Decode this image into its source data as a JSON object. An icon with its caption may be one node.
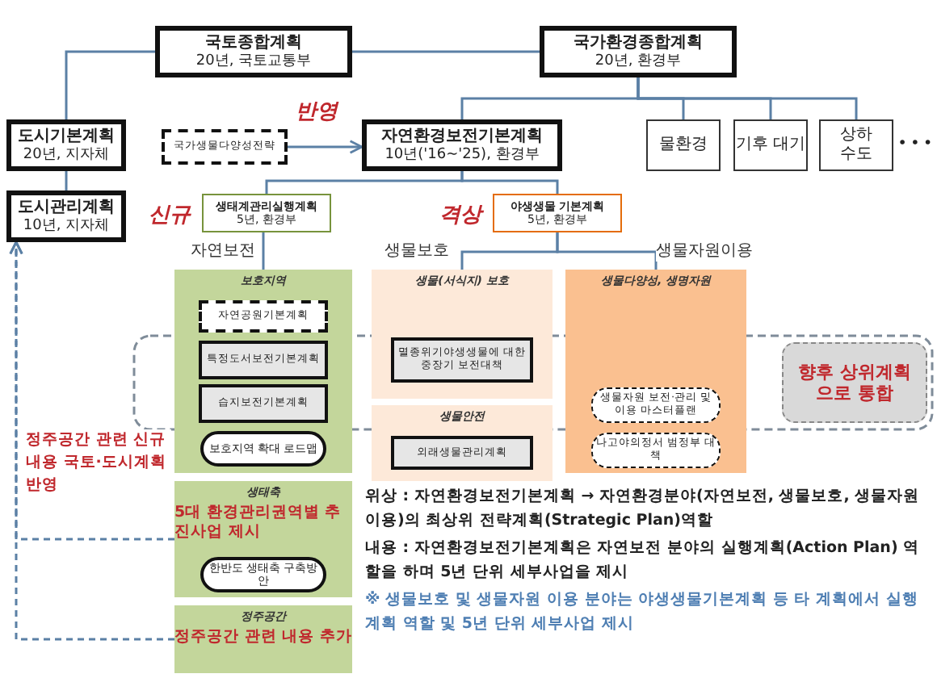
{
  "diagram": {
    "nodes": [
      {
        "text": [
          "국토종합계획",
          "20년, 국토교통부"
        ]
      },
      {
        "text": [
          "국가환경종합계획",
          "20년, 환경부"
        ]
      },
      {
        "text": [
          "도시기본계획",
          "20년, 지자체"
        ]
      },
      {
        "text": [
          "도시관리계획",
          "10년, 지자체"
        ]
      },
      {
        "text": [
          "국가생물다양성전략"
        ]
      },
      {
        "text": [
          "자연환경보전기본계획",
          "10년('16~'25), 환경부"
        ]
      },
      {
        "text": [
          "물환경"
        ]
      },
      {
        "text": [
          "기후 대기"
        ]
      },
      {
        "text": [
          "상하수도"
        ]
      },
      {
        "text": [
          "생태계관리실행계획",
          "5년, 환경부"
        ],
        "beside": [
          "신규"
        ]
      },
      {
        "text": [
          "야생생물 기본계획",
          "5년, 환경부"
        ],
        "beside": [
          "격상"
        ]
      },
      {
        "text": [
          "보호지역"
        ]
      },
      {
        "text": [
          "자연공원기본계획"
        ],
        "in": 11
      },
      {
        "text": [
          "특정도서보전기본계획"
        ],
        "in": 11
      },
      {
        "text": [
          "습지보전기본계획"
        ],
        "in": 11
      },
      {
        "text": [
          "보호지역 확대 로드맵"
        ],
        "in": 11
      },
      {
        "text": [
          "생물(서식지) 보호"
        ]
      },
      {
        "text": [
          "멸종위기야생생물에 대한 중장기 보전대책"
        ],
        "in": 16
      },
      {
        "text": [
          "생물안전"
        ]
      },
      {
        "text": [
          "외래생물관리계획"
        ],
        "in": 18
      },
      {
        "text": [
          "생물다양성, 생명자원"
        ]
      },
      {
        "text": [
          "생물자원 보전·관리 및 이용 마스터플랜"
        ],
        "in": 20
      },
      {
        "text": [
          "나고야의정서 범정부 대책"
        ],
        "in": 20
      },
      {
        "text": [
          "향후 상위계획으로 통합"
        ]
      },
      {
        "text": [
          "생태축",
          "5대 환경관리권역별 추진사업 제시"
        ]
      },
      {
        "text": [
          "한반도 생태축 구축방안"
        ],
        "in": 24
      },
      {
        "text": [
          "정주공간",
          "정주공간 관련 내용 추가"
        ]
      },
      {
        "text": [
          "정주공간 관련 신규 내용 국토·도시계획 반영"
        ]
      }
    ],
    "edges": [
      {
        "from": 0,
        "to": 1,
        "arrow": "none"
      },
      {
        "from": 0,
        "to": 2,
        "arrow": "none"
      },
      {
        "from": 2,
        "to": 3,
        "arrow": "none"
      },
      {
        "from": 1,
        "to": 5,
        "arrow": "none"
      },
      {
        "from": 1,
        "to": 6,
        "arrow": "none"
      },
      {
        "from": 1,
        "to": 7,
        "arrow": "none"
      },
      {
        "from": 1,
        "to": 8,
        "arrow": "none"
      },
      {
        "from": 4,
        "to": 5,
        "arrow": "to",
        "label": "반영"
      },
      {
        "from": 5,
        "to": 9,
        "arrow": "none"
      },
      {
        "from": 5,
        "to": 10,
        "arrow": "none"
      },
      {
        "from": 9,
        "to": 11,
        "arrow": "none",
        "label": "자연보전"
      },
      {
        "from": 10,
        "to": 16,
        "arrow": "none",
        "label": "생물보호"
      },
      {
        "from": 10,
        "to": 20,
        "arrow": "none",
        "label": "생물자원이용"
      },
      {
        "from": 24,
        "to": 3,
        "arrow": "to",
        "style": "dashed"
      },
      {
        "from": 26,
        "to": 3,
        "arrow": "to",
        "style": "dashed"
      }
    ],
    "labels": [
      "• • •",
      "위상 : 자연환경보전기본계획 → 자연환경분야(자연보전, 생물보호, 생물자원이용)의 최상위 전략계획(Strategic Plan)역할",
      "내용 : 자연환경보전기본계획은 자연보전 분야의 실행계획(Action Plan) 역할을 하며 5년 단위 세부사업을 제시",
      "※ 생물보호 및 생물자원 이용 분야는 야생생물기본계획 등 타 계획에서 실행계획 역할 및 5년 단위 세부사업 제시"
    ]
  }
}
